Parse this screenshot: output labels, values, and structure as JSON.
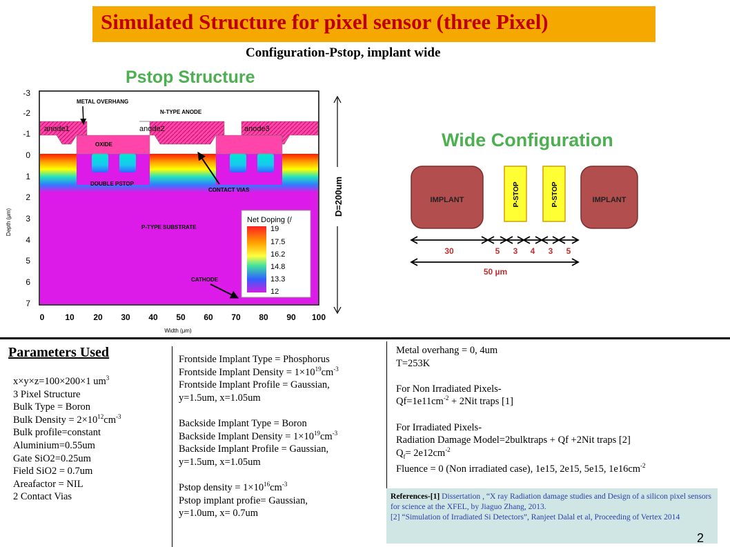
{
  "header": {
    "title": "Simulated Structure for pixel sensor (three Pixel)",
    "subtitle": "Configuration-Pstop, implant wide"
  },
  "pstop_figure": {
    "heading": "Pstop Structure",
    "labels": {
      "metal_overhang": "METAL OVERHANG",
      "n_type_anode": "N-TYPE ANODE",
      "anode1": "anode1",
      "anode2": "anode2",
      "anode3": "anode3",
      "oxide": "OXIDE",
      "double_pstop": "DOUBLE PSTOP",
      "contact_vias": "CONTACT VIAS",
      "p_type_substrate": "P-TYPE SUBSTRATE",
      "cathode": "CATHODE"
    },
    "y_axis_label": "Depth (μm)",
    "x_axis_label": "Width (μm)",
    "y_ticks": [
      "-3",
      "-2",
      "-1",
      "0",
      "1",
      "2",
      "3",
      "4",
      "5",
      "6",
      "7"
    ],
    "x_ticks": [
      "0",
      "10",
      "20",
      "30",
      "40",
      "50",
      "60",
      "70",
      "80",
      "90",
      "100"
    ],
    "legend_title": "Net Doping (/",
    "legend_values": [
      "19",
      "17.5",
      "16.2",
      "14.8",
      "13.3",
      "12"
    ],
    "depth_label": "D=200um"
  },
  "wide_config": {
    "heading": "Wide Configuration",
    "implant_left": "IMPLANT",
    "implant_right": "IMPLANT",
    "pstop1": "P-STOP",
    "pstop2": "P-STOP",
    "dims": [
      "30",
      "5",
      "3",
      "4",
      "3",
      "5"
    ],
    "total": "50 µm"
  },
  "params": {
    "heading": "Parameters Used",
    "col1": [
      "x×y×z=100×200×1 um3",
      "3 Pixel Structure",
      "Bulk Type = Boron",
      "Bulk Density = 2×1012cm-3",
      "Bulk profile=constant",
      "Aluminium=0.55um",
      "Gate SiO2=0.25um",
      "Field SiO2 = 0.7um",
      "Areafactor = NIL",
      "2 Contact Vias"
    ],
    "col2": [
      "Frontside Implant Type = Phosphorus",
      "Frontside Implant Density = 1×1019cm-3",
      "Frontside Implant Profile = Gaussian,",
      "y=1.5um, x=1.05um",
      "",
      "Backside Implant Type = Boron",
      "Backside Implant Density = 1×1019cm-3",
      "Backside Implant Profile = Gaussian,",
      "y=1.5um, x=1.05um",
      "",
      "Pstop density = 1×1016cm-3",
      "Pstop implant profie= Gaussian,",
      "y=1.0um, x= 0.7um"
    ],
    "col3": [
      "Metal overhang = 0, 4um",
      "T=253K",
      "",
      "For Non Irradiated Pixels-",
      "Qf=1e11cm-2 + 2Nit traps [1]",
      "",
      "For Irradiated Pixels-",
      "Radiation Damage Model=2bulktraps + Qf +2Nit traps [2]",
      "Qf= 2e12cm-2",
      "Fluence = 0 (Non irradiated case), 1e15, 2e15, 5e15, 1e16cm-2"
    ]
  },
  "references": {
    "label": "References-[1]",
    "ref1": " Dissertation , “X ray Radiation damage studies and Design of a silicon pixel sensors for science at the XFEL, by Jiaguo Zhang, 2013.",
    "ref2": "[2] “Simulation of Irradiated Si Detectors”, Ranjeet Dalal et al, Proceeding of Vertex 2014"
  },
  "page_number": "2",
  "colors": {
    "title_bg": "#f5a800",
    "title_text": "#c00000",
    "implant": "#b24e4e",
    "pstop": "#ffff33",
    "heading_green": "#4caf50",
    "substrate": "#dd1be8",
    "ref_bg": "#cfe6e4"
  }
}
